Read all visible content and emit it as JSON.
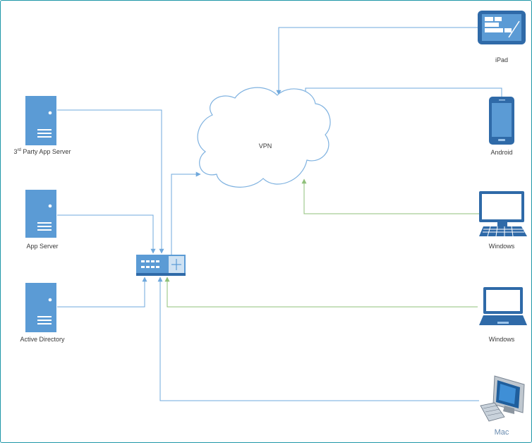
{
  "colors": {
    "blue": "#5b9bd5",
    "blue_dark": "#2f6aa8",
    "line_blue": "#6fa8dc",
    "line_green": "#8fc07a",
    "cloud_stroke": "#7fb2e0"
  },
  "cloud": {
    "label": "VPN"
  },
  "servers": [
    {
      "id": "third-party",
      "label_prefix": "3",
      "label_sup": "rd",
      "label_rest": " Party App Server",
      "icon": "server-icon"
    },
    {
      "id": "app",
      "label": "App Server",
      "icon": "server-icon"
    },
    {
      "id": "ad",
      "label": "Active Directory",
      "icon": "server-icon"
    }
  ],
  "switch": {
    "icon": "network-switch-icon"
  },
  "clients": [
    {
      "id": "ipad",
      "label": "iPad",
      "icon": "tablet-icon"
    },
    {
      "id": "android",
      "label": "Android",
      "icon": "smartphone-icon"
    },
    {
      "id": "windows-desktop",
      "label": "Windows",
      "icon": "desktop-computer-icon"
    },
    {
      "id": "windows-laptop",
      "label": "Windows",
      "icon": "laptop-icon"
    },
    {
      "id": "mac",
      "label": "Mac",
      "icon": "mac-computer-icon"
    }
  ]
}
